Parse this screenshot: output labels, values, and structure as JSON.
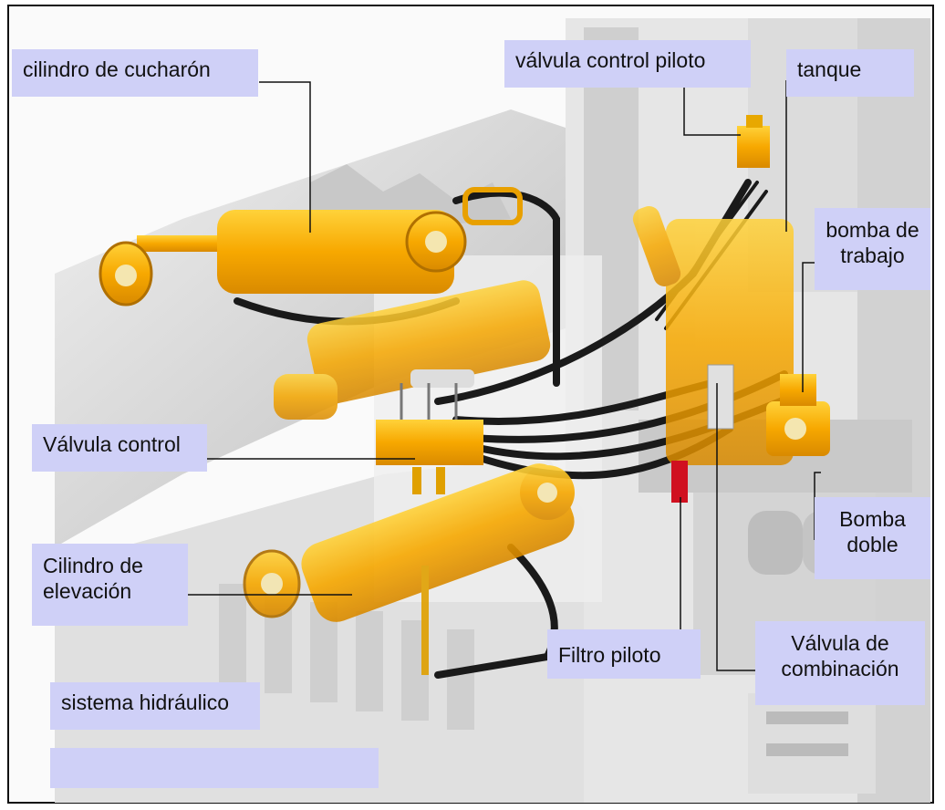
{
  "diagram": {
    "labels": {
      "bucket_cylinder": "cilindro de cucharón",
      "pilot_control_valve": "válvula control piloto",
      "tank": "tanque",
      "work_pump_line1": "bomba de",
      "work_pump_line2": "trabajo",
      "control_valve": "Válvula control",
      "double_pump_line1": "Bomba",
      "double_pump_line2": "doble",
      "lift_cylinder_line1": "Cilindro de",
      "lift_cylinder_line2": "elevación",
      "combination_valve_line1": "Válvula de",
      "combination_valve_line2": "combinación",
      "pilot_filter": "Filtro piloto",
      "hydraulic_system": "sistema hidráulico",
      "blank_caption": ""
    },
    "colors": {
      "label_bg": "#cfd0f7",
      "component_yellow": "#f7b500",
      "machine_gray": "#d6d6d6",
      "hose_black": "#1a1a1a",
      "filter_red": "#d01020"
    }
  }
}
